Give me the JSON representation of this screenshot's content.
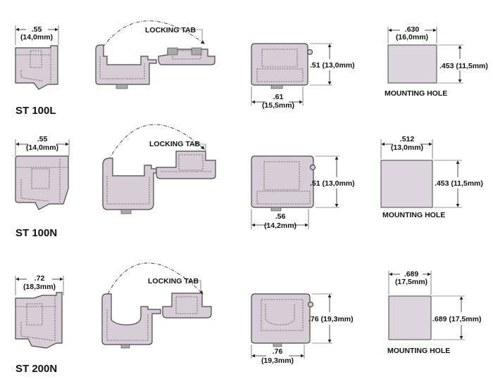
{
  "rows": [
    {
      "model": "ST 100L",
      "side_width": ".55",
      "side_width_mm": "(14,0mm)",
      "locking_tab": "LOCKING TAB",
      "front_height": ".51 (13,0mm)",
      "front_width": ".61",
      "front_width_mm": "(15,5mm)",
      "hole_width": ".630",
      "hole_width_mm": "(16,0mm)",
      "hole_height": ".453 (11,5mm)",
      "hole_label": "MOUNTING HOLE"
    },
    {
      "model": "ST 100N",
      "side_width": ".55",
      "side_width_mm": "(14,0mm)",
      "locking_tab": "LOCKING TAB",
      "front_height": ".51 (13,0mm)",
      "front_width": ".56",
      "front_width_mm": "(14,2mm)",
      "hole_width": ".512",
      "hole_width_mm": "(13,0mm)",
      "hole_height": ".453 (11,5mm)",
      "hole_label": "MOUNTING HOLE"
    },
    {
      "model": "ST 200N",
      "side_width": ".72",
      "side_width_mm": "(18,3mm)",
      "locking_tab": "LOCKING TAB",
      "front_height": ".76 (19,3mm)",
      "front_width": ".76",
      "front_width_mm": "(19,3mm)",
      "hole_width": ".689",
      "hole_width_mm": "(17,5mm)",
      "hole_height": ".689 (17,5mm)",
      "hole_label": "MOUNTING HOLE"
    }
  ],
  "colors": {
    "part_fill": "#d6cdd6",
    "line": "#4a444a"
  }
}
